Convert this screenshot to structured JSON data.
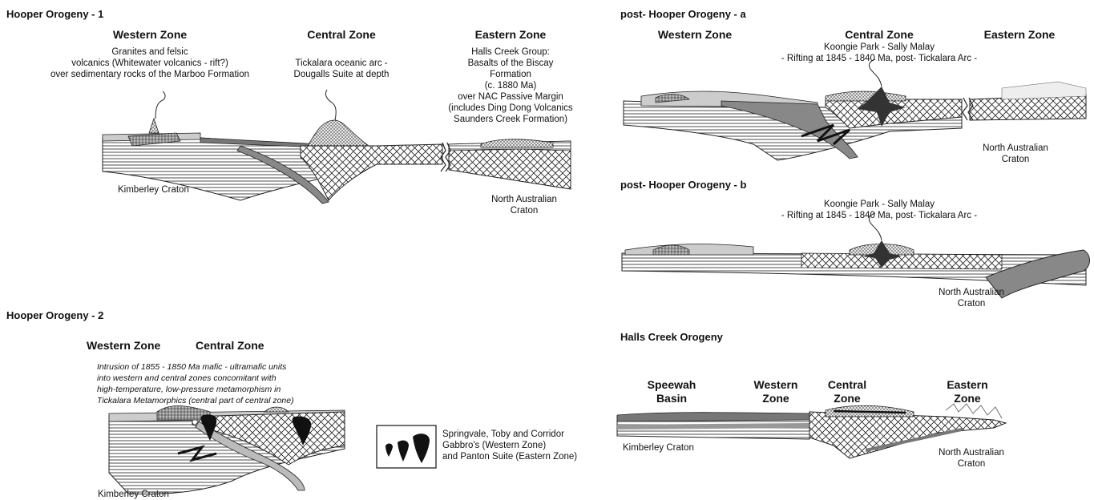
{
  "panels": {
    "hooper1": {
      "title": "Hooper Orogeny - 1",
      "zones": [
        "Western Zone",
        "Central Zone",
        "Eastern Zone"
      ],
      "western_note": [
        "Granites and felsic",
        "volcanics (Whitewater volcanics - rift?)",
        "over sedimentary rocks of the Marboo Formation"
      ],
      "central_note": [
        "Tickalara oceanic arc -",
        "Dougalls Suite at depth"
      ],
      "eastern_note": [
        "Halls Creek Group:",
        "Basalts of the Biscay",
        "Formation",
        "(c. 1880 Ma)",
        "over NAC Passive Margin",
        "(includes Ding Dong Volcanics",
        "Saunders Creek Formation)"
      ],
      "craton_left": "Kimberley Craton",
      "craton_right": [
        "North Australian",
        "Craton"
      ]
    },
    "hooper2": {
      "title": "Hooper Orogeny - 2",
      "zones": [
        "Western Zone",
        "Central Zone"
      ],
      "note": [
        "Intrusion of 1855 - 1850 Ma mafic - ultramafic units",
        "into western and central zones concomitant with",
        "high-temperature, low-pressure metamorphism in",
        "Tickalara Metamorphics (central part of central zone)"
      ],
      "craton_left": "Kimberley Craton"
    },
    "legend": {
      "text": [
        "Springvale, Toby and Corridor",
        "Gabbro's (Western Zone)",
        "and Panton Suite (Eastern Zone)"
      ]
    },
    "postA": {
      "title": "post- Hooper Orogeny - a",
      "zones": [
        "Western Zone",
        "Central Zone",
        "Eastern Zone"
      ],
      "note": [
        "Koongie Park - Sally Malay",
        "- Rifting at 1845 - 1840 Ma, post- Tickalara Arc -"
      ],
      "craton_right": [
        "North Australian",
        "Craton"
      ]
    },
    "postB": {
      "title": "post- Hooper Orogeny - b",
      "note": [
        "Koongie Park - Sally Malay",
        "- Rifting at 1845 - 1840 Ma, post- Tickalara Arc -"
      ],
      "craton_right": [
        "North Australian",
        "Craton"
      ]
    },
    "hallsCreek": {
      "title": "Halls Creek Orogeny",
      "zones": [
        [
          "Speewah",
          "Basin"
        ],
        [
          "Western",
          "Zone"
        ],
        [
          "Central",
          "Zone"
        ],
        [
          "Eastern",
          "Zone"
        ]
      ],
      "craton_left": "Kimberley Craton",
      "craton_right": [
        "North Australian",
        "Craton"
      ]
    }
  }
}
